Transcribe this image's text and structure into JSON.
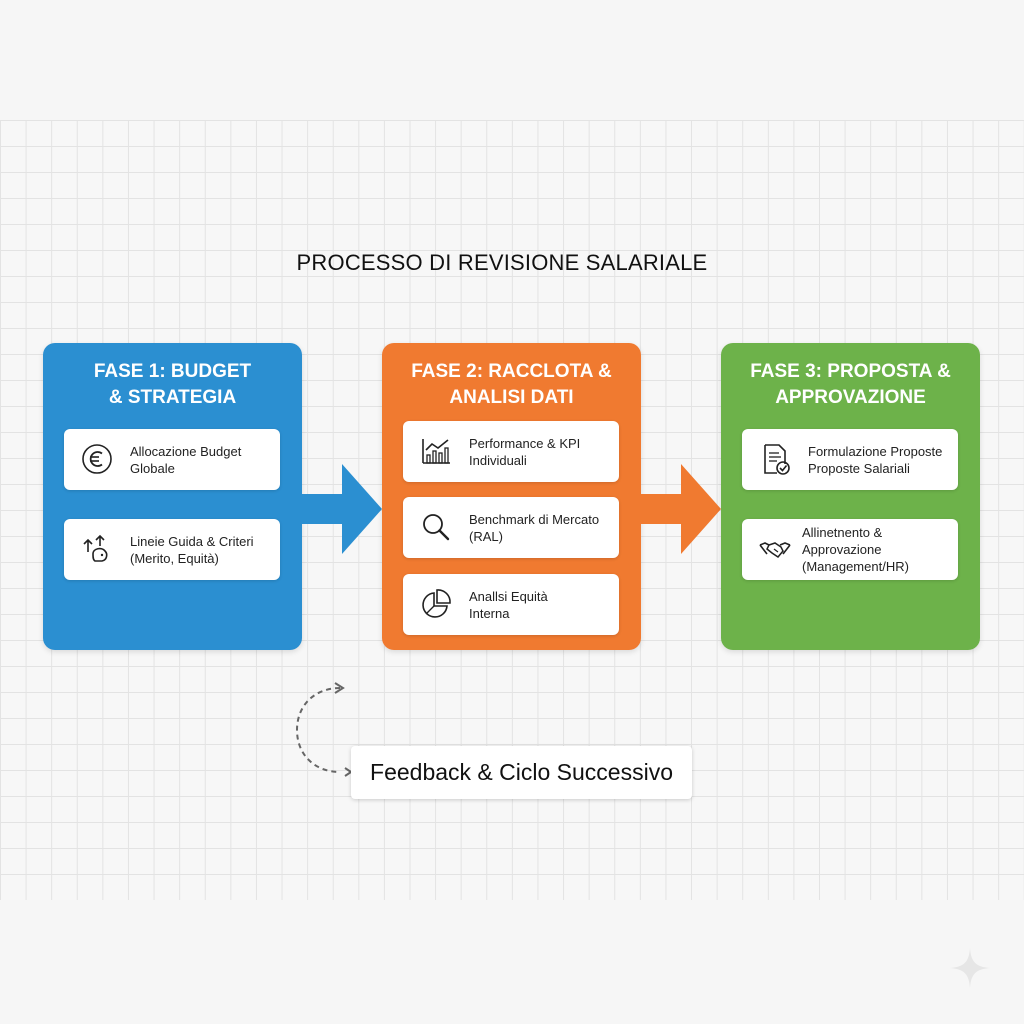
{
  "title": "PROCESSO DI REVISIONE SALARIALE",
  "phases": [
    {
      "title": "FASE 1: BUDGET\n& STRATEGIA",
      "color": "#2b8fd1",
      "cards": [
        {
          "icon": "euro-icon",
          "text": "Allocazione Budget\nGlobale"
        },
        {
          "icon": "guidelines-icon",
          "text": "Lineie Guida & Criteri\n(Merito, Equità)"
        }
      ]
    },
    {
      "title": "FASE 2: RACCLOTA &\nANALISI DATI",
      "color": "#f07a30",
      "cards": [
        {
          "icon": "chart-icon",
          "text": "Performance & KPI\n   Individuali"
        },
        {
          "icon": "magnifier-icon",
          "text": "Benchmark di Mercato\n        (RAL)"
        },
        {
          "icon": "pie-chart-icon",
          "text": "Anallsi Equità\nInterna"
        }
      ]
    },
    {
      "title": "FASE 3: PROPOSTA &\nAPPROVAZIONE",
      "color": "#6db24a",
      "cards": [
        {
          "icon": "document-check-icon",
          "text": "Formulazione Proposte\nProposte Salariali"
        },
        {
          "icon": "handshake-icon",
          "text": "Allinetnento & Approvazione\n(Management/HR)"
        }
      ]
    }
  ],
  "feedback": "Feedback & Ciclo Successivo"
}
